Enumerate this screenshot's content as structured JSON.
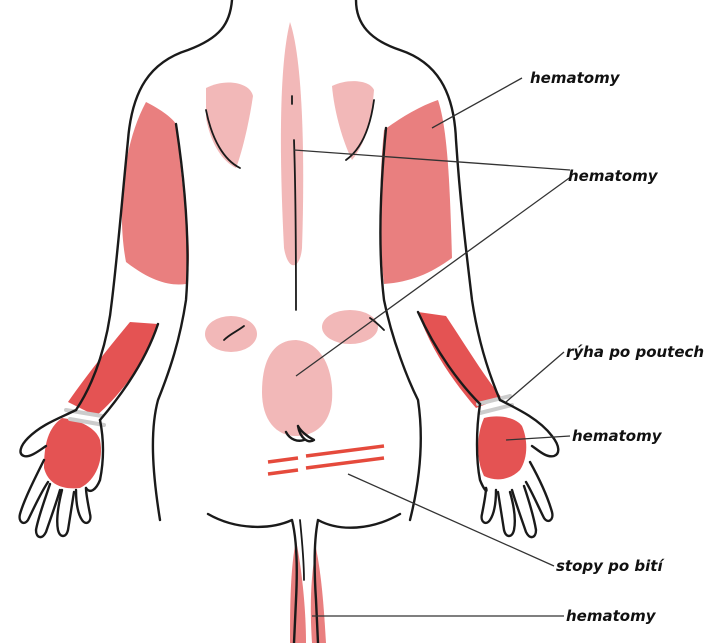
{
  "labels": {
    "upper_arm": "hematomy",
    "back": "hematomy",
    "wrist_marks": "rýha po poutech",
    "hand": "hematomy",
    "beating_marks": "stopy po bití",
    "leg": "hematomy"
  },
  "colors": {
    "light_bruise": "#f2b8b8",
    "medium_bruise": "#e97f7f",
    "dark_bruise": "#e45353",
    "strap_mark": "#cccccc",
    "stripe": "#e54a3c"
  }
}
